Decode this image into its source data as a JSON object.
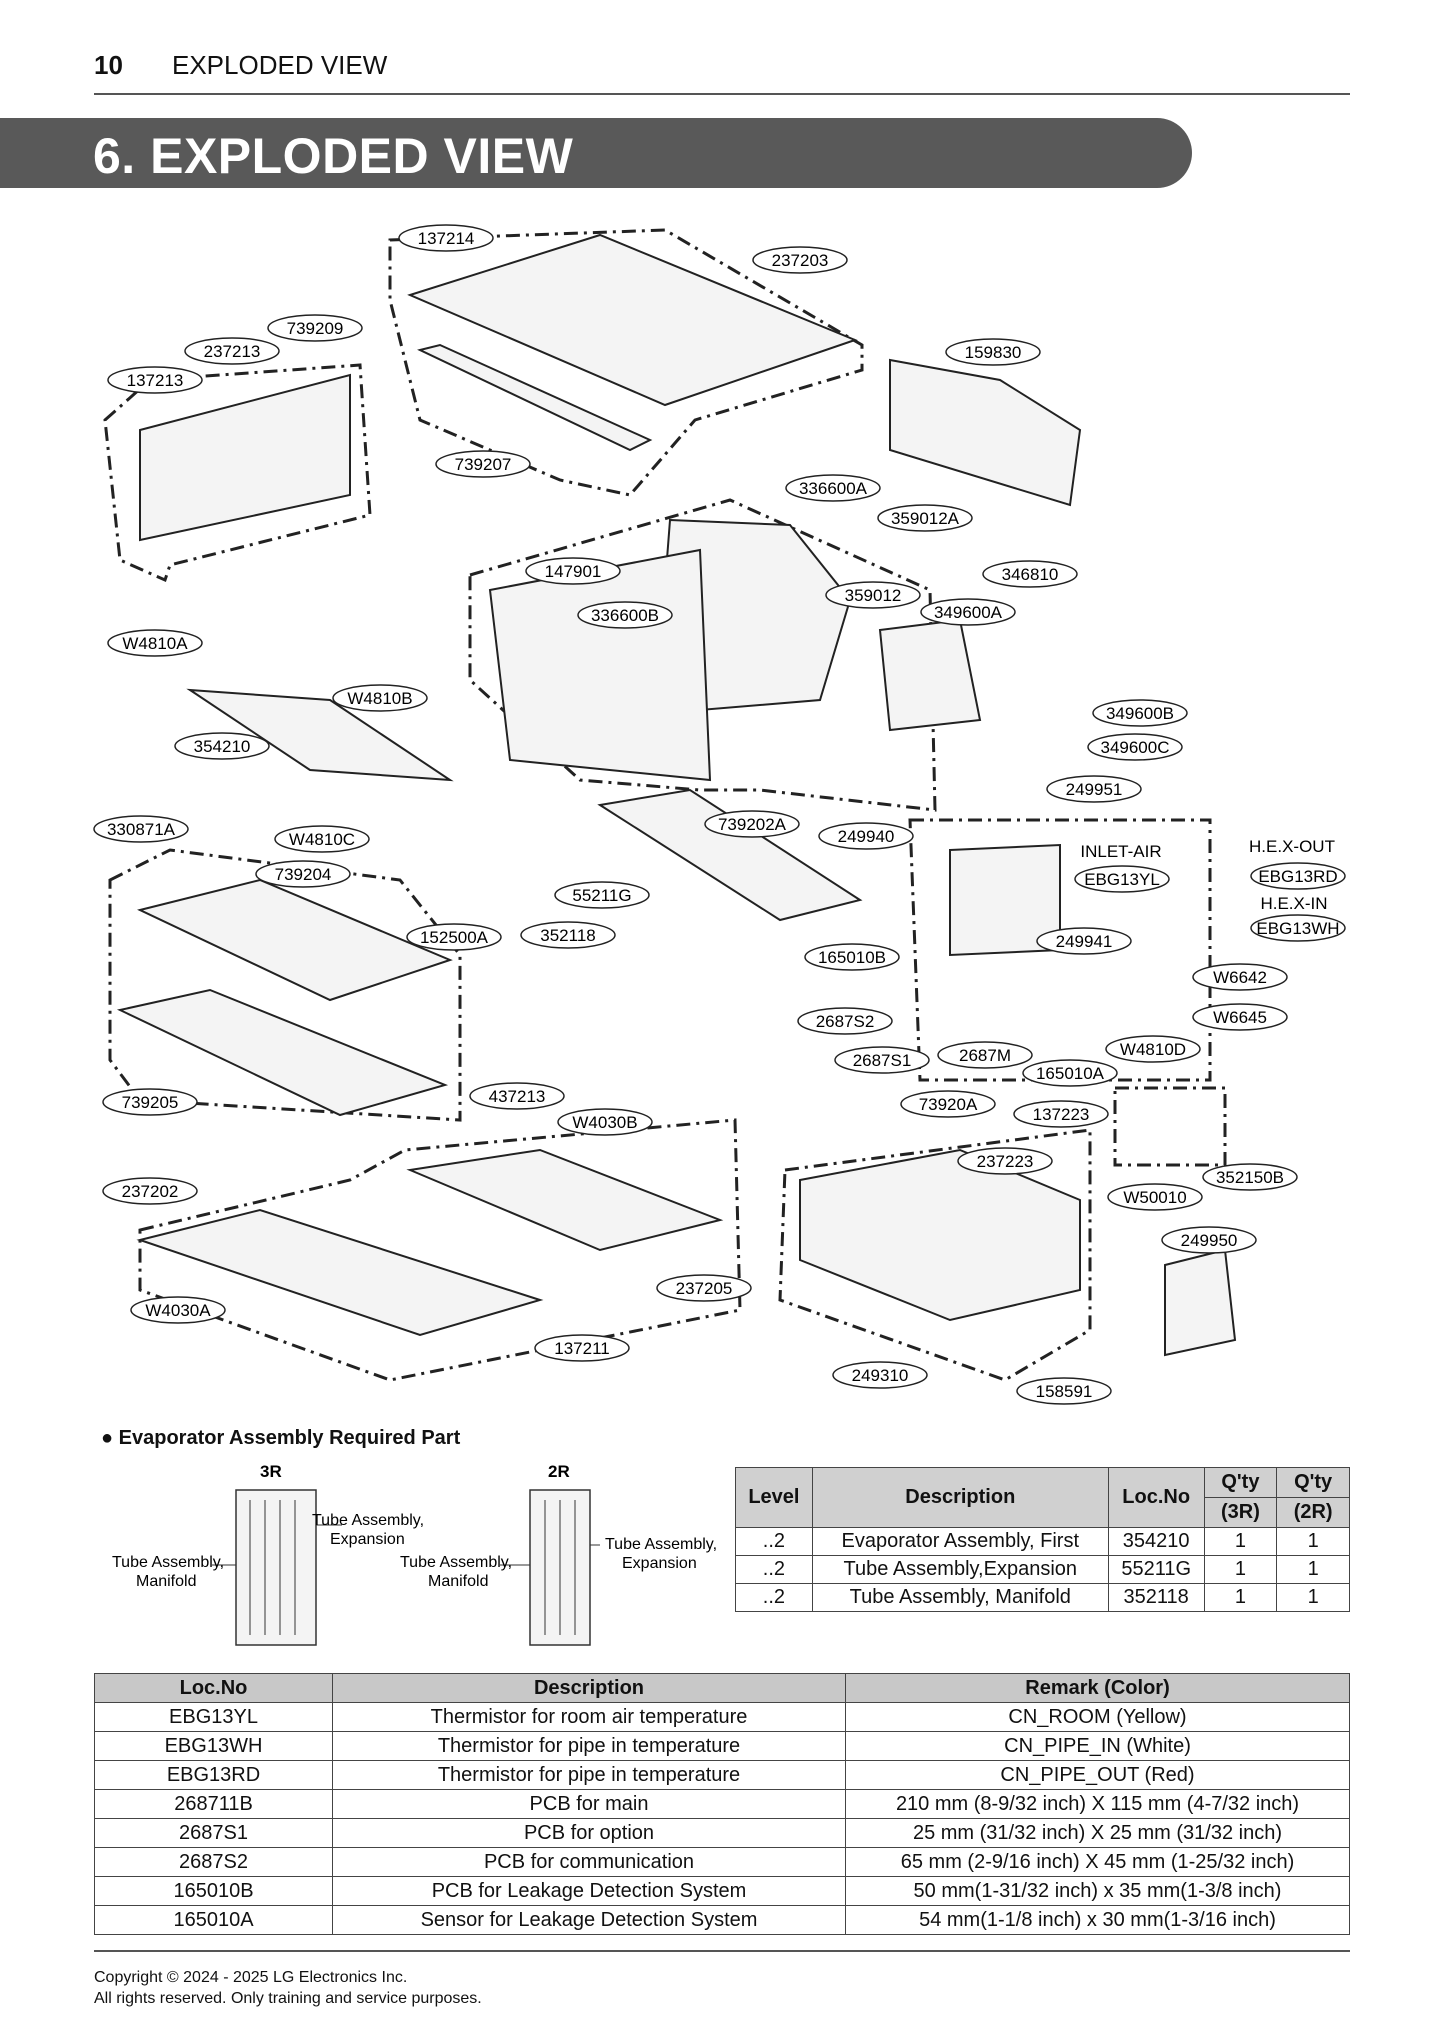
{
  "header": {
    "page_number": "10",
    "section": "EXPLODED VIEW"
  },
  "banner_title": "6. EXPLODED VIEW",
  "callouts": [
    "137214",
    "237203",
    "739209",
    "237213",
    "137213",
    "159830",
    "739207",
    "336600A",
    "359012A",
    "147901",
    "346810",
    "359012",
    "349600A",
    "336600B",
    "W4810A",
    "W4810B",
    "349600B",
    "349600C",
    "354210",
    "249951",
    "330871A",
    "W4810C",
    "739202A",
    "249940",
    "739204",
    "55211G",
    "INLET-AIR",
    "EBG13YL",
    "H.E.X-OUT",
    "EBG13RD",
    "H.E.X-IN",
    "EBG13WH",
    "152500A",
    "352118",
    "165010B",
    "249941",
    "W6642",
    "2687S2",
    "W6645",
    "2687M",
    "W4810D",
    "2687S1",
    "165010A",
    "739205",
    "437213",
    "73920A",
    "137223",
    "W4030B",
    "237223",
    "237202",
    "352150B",
    "W50010",
    "249950",
    "237205",
    "W4030A",
    "137211",
    "249310",
    "158591"
  ],
  "inset": {
    "label_3r": "3R",
    "label_2r": "2R",
    "tube_expansion": [
      "Tube Assembly,",
      "Expansion"
    ],
    "tube_manifold": [
      "Tube Assembly,",
      "Manifold"
    ]
  },
  "required_part": {
    "title": "● Evaporator Assembly Required Part",
    "headers": [
      "Level",
      "Description",
      "Loc.No",
      "Q'ty",
      "(3R)",
      "Q'ty",
      "(2R)"
    ],
    "rows": [
      [
        "..2",
        "Evaporator Assembly, First",
        "354210",
        "1",
        "1"
      ],
      [
        "..2",
        "Tube Assembly,Expansion",
        "55211G",
        "1",
        "1"
      ],
      [
        "..2",
        "Tube Assembly, Manifold",
        "352118",
        "1",
        "1"
      ]
    ]
  },
  "loc_table": {
    "headers": [
      "Loc.No",
      "Description",
      "Remark (Color)"
    ],
    "rows": [
      [
        "EBG13YL",
        "Thermistor for room air temperature",
        "CN_ROOM (Yellow)"
      ],
      [
        "EBG13WH",
        "Thermistor for pipe in temperature",
        "CN_PIPE_IN (White)"
      ],
      [
        "EBG13RD",
        "Thermistor for pipe in temperature",
        "CN_PIPE_OUT (Red)"
      ],
      [
        "268711B",
        "PCB for main",
        "210 mm (8-9/32 inch) X 115 mm (4-7/32 inch)"
      ],
      [
        "2687S1",
        "PCB for option",
        "25 mm (31/32 inch) X 25 mm (31/32 inch)"
      ],
      [
        "2687S2",
        "PCB for communication",
        "65 mm (2-9/16 inch) X 45 mm (1-25/32 inch)"
      ],
      [
        "165010B",
        "PCB for Leakage Detection System",
        "50 mm(1-31/32 inch) x 35 mm(1-3/8 inch)"
      ],
      [
        "165010A",
        "Sensor for Leakage Detection System",
        "54 mm(1-1/8 inch) x 30 mm(1-3/16 inch)"
      ]
    ]
  },
  "footer": {
    "line1": "Copyright © 2024 - 2025 LG Electronics Inc.",
    "line2": "All rights reserved. Only training and service purposes."
  }
}
